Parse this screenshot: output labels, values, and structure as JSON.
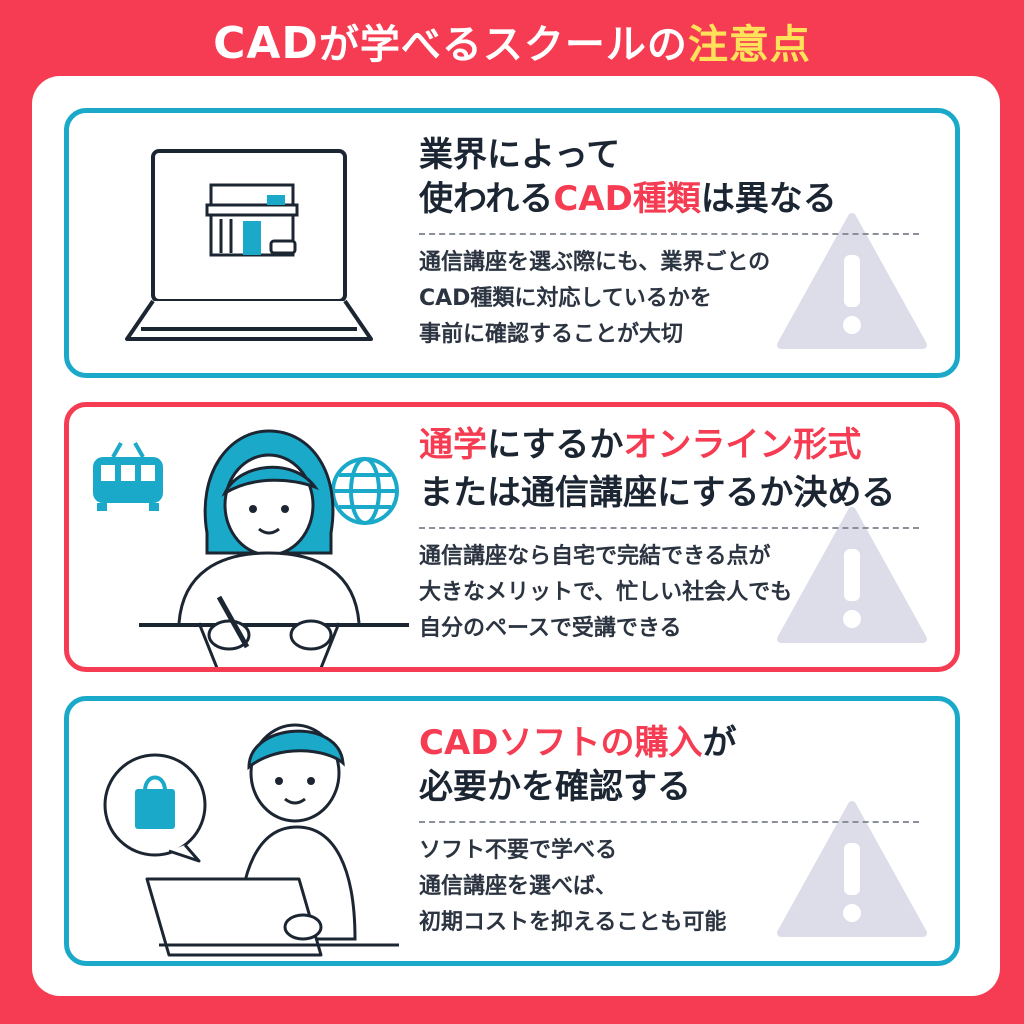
{
  "title": {
    "part1": "CAD",
    "part2": "が学べるスクールの",
    "part3": "注意点"
  },
  "colors": {
    "background": "#f53c52",
    "accent_blue": "#1aa9c9",
    "accent_red": "#f53c52",
    "title_highlight": "#ffe25a",
    "warning_gray": "#dcdde8"
  },
  "cards": [
    {
      "heading_line1": "業界によって",
      "heading_line2_a": "使われる",
      "heading_line2_b": "CAD種類",
      "heading_line2_c": "は異なる",
      "body": [
        "通信講座を選ぶ際にも、業界ごとの",
        "CAD種類に対応しているかを",
        "事前に確認することが大切"
      ],
      "illustration_icon": "laptop-house-icon"
    },
    {
      "heading_line1_a": "通学",
      "heading_line1_b": "にするか",
      "heading_line1_c": "オンライン形式",
      "heading_line2": "または通信講座にするか決める",
      "body": [
        "通信講座なら自宅で完結できる点が",
        "大きなメリットで、忙しい社会人でも",
        "自分のペースで受講できる"
      ],
      "illustration_icon": "woman-writing-icon"
    },
    {
      "heading_line1_a": "CADソフトの購入",
      "heading_line1_b": "が",
      "heading_line2": "必要かを確認する",
      "body": [
        "ソフト不要で学べる",
        "通信講座を選べば、",
        "初期コストを抑えることも可能"
      ],
      "illustration_icon": "man-laptop-icon"
    }
  ]
}
